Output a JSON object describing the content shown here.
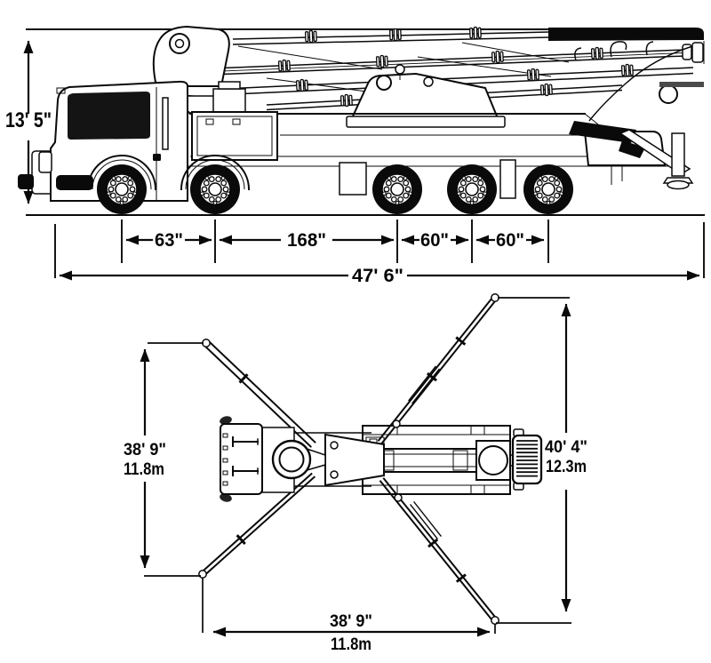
{
  "diagram": {
    "title": "boom pump truck dimension diagram",
    "views": [
      "side elevation",
      "outrigger plan view"
    ],
    "side_view": {
      "overall_height": "13' 5\"",
      "axle_spacings": [
        "63\"",
        "168\"",
        "60\"",
        "60\""
      ],
      "overall_length": "47' 6\"",
      "axle_count": 5
    },
    "plan_view": {
      "left_spread": {
        "imperial": "38' 9\"",
        "metric": "11.8m"
      },
      "right_spread": {
        "imperial": "40' 4\"",
        "metric": "12.3m"
      },
      "bottom_spread": {
        "imperial": "38' 9\"",
        "metric": "11.8m"
      }
    },
    "colors": {
      "line": "#0a0a0a",
      "background": "#ffffff"
    }
  }
}
